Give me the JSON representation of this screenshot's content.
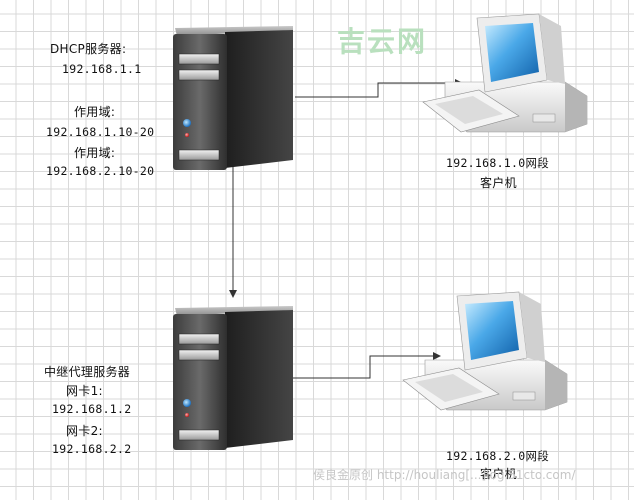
{
  "watermark": "吉云网",
  "footer_watermark": "侯良金原创 http://houliang[...]log.51cto.com/",
  "dhcp_server": {
    "title": "DHCP服务器:",
    "ip": "192.168.1.1",
    "scope1_label": "作用域:",
    "scope1_range": "192.168.1.10-20",
    "scope2_label": "作用域:",
    "scope2_range": "192.168.2.10-20"
  },
  "relay_server": {
    "title": "中继代理服务器",
    "nic1_label": "网卡1:",
    "nic1_ip": "192.168.1.2",
    "nic2_label": "网卡2:",
    "nic2_ip": "192.168.2.2"
  },
  "client_top": {
    "subnet": "192.168.1.0网段",
    "label": "客户机"
  },
  "client_bottom": {
    "subnet": "192.168.2.0网段",
    "label": "客户机"
  },
  "colors": {
    "line": "#333333",
    "server_dark": "#2a2a2a",
    "monitor_blue": "#2a8fd8"
  }
}
